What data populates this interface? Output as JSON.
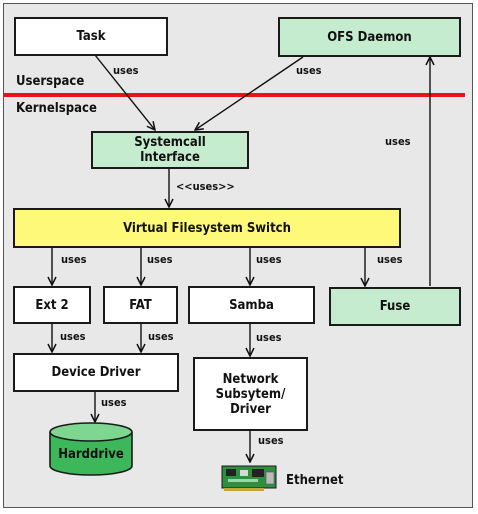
{
  "boxes": {
    "task": "Task",
    "ofs_daemon": "OFS Daemon",
    "syscall_line1": "Systemcall",
    "syscall_line2": "Interface",
    "vfs": "Virtual Filesystem Switch",
    "ext2": "Ext 2",
    "fat": "FAT",
    "samba": "Samba",
    "fuse": "Fuse",
    "device_driver": "Device Driver",
    "network_line1": "Network",
    "network_line2": "Subsytem/",
    "network_line3": "Driver"
  },
  "zones": {
    "userspace": "Userspace",
    "kernelspace": "Kernelspace"
  },
  "labels": {
    "uses": "uses",
    "uses_stereotype": "<<uses>>"
  },
  "devices": {
    "harddrive": "Harddrive",
    "ethernet": "Ethernet"
  },
  "colors": {
    "green": "#c6eccf",
    "yellow": "#fff97a",
    "separator": "#e8141c",
    "harddrive_fill": "#3cb85a"
  }
}
